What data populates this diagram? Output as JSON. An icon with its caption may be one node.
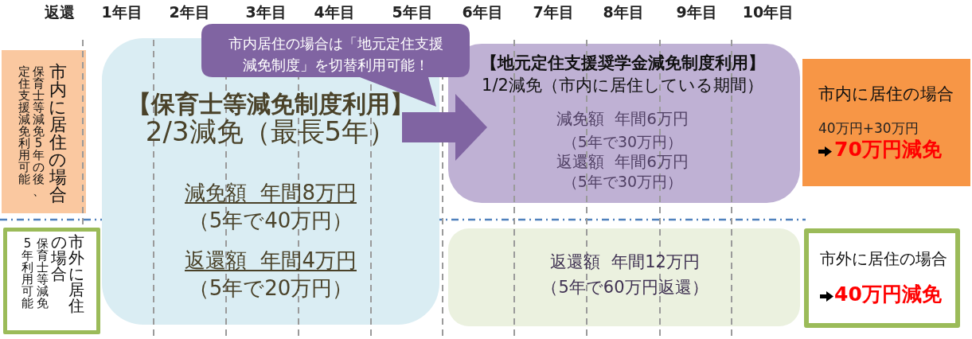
{
  "diagram": {
    "nodes": [
      {
        "text": [
          "保育士等減免5年の後、定住支援減免利用可能",
          "市内に居住の場合"
        ]
      },
      {
        "text": [
          "保育士等減免5年利用可能",
          "市外に居住の場合"
        ]
      },
      {
        "text": [
          "【保育士等減免制度利用】",
          "2/3減免（最長5年）",
          "減免額 年間8万円",
          "（5年で40万円）",
          "返還額 年間4万円",
          "（5年で20万円）"
        ]
      },
      {
        "text": [
          "市内居住の場合は「地元定住支援減免制度」を切替利用可能！"
        ]
      },
      {
        "text": [
          "【地元定住支援奨学金減免制度利用】",
          "1/2減免（市内に居住している期間）",
          "減免額 年間6万円",
          "（5年で30万円）",
          "返還額 年間6万円",
          "（5年で30万円）"
        ]
      },
      {
        "text": [
          "返還額 年間12万円",
          "（5年で60万円返還）"
        ]
      },
      {
        "text": [
          "市内に居住の場合",
          "40万円+30万円",
          "70万円減免"
        ]
      },
      {
        "text": [
          "市外に居住の場合",
          "40万円減免"
        ]
      }
    ],
    "edges": [
      {
        "from": 2,
        "to": 4,
        "arrow": "to",
        "color": "#8064a2"
      }
    ],
    "labels": [
      "返還",
      "1年目",
      "2年目",
      "3年目",
      "4年目",
      "5年目",
      "6年目",
      "7年目",
      "8年目",
      "9年目",
      "10年目"
    ]
  }
}
